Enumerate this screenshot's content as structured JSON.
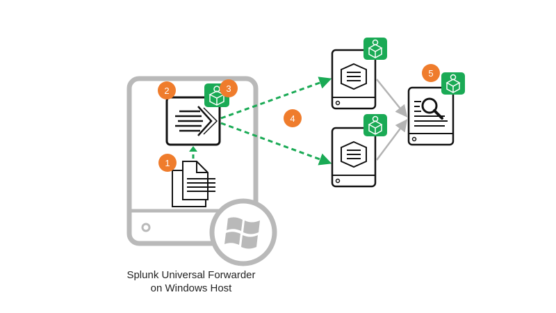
{
  "caption": {
    "line1": "Splunk Universal Forwarder",
    "line2": "on Windows Host"
  },
  "steps": {
    "s1": "1",
    "s2": "2",
    "s3": "3",
    "s4": "4",
    "s5": "5"
  },
  "icons": {
    "host": "windows-host-server-icon",
    "windows": "windows-logo-icon",
    "log_file": "log-file-icon",
    "forwarder": "universal-forwarder-icon",
    "app_package": "app-package-icon",
    "indexer": "indexer-server-icon",
    "search_head": "search-head-icon"
  },
  "colors": {
    "step_badge": "#ef7c2c",
    "package_green": "#1aaa55",
    "forward_arrow": "#1aaa55",
    "outline": "#111111",
    "host_outline": "#b9b9b9",
    "link_gray": "#b3b3b3"
  }
}
